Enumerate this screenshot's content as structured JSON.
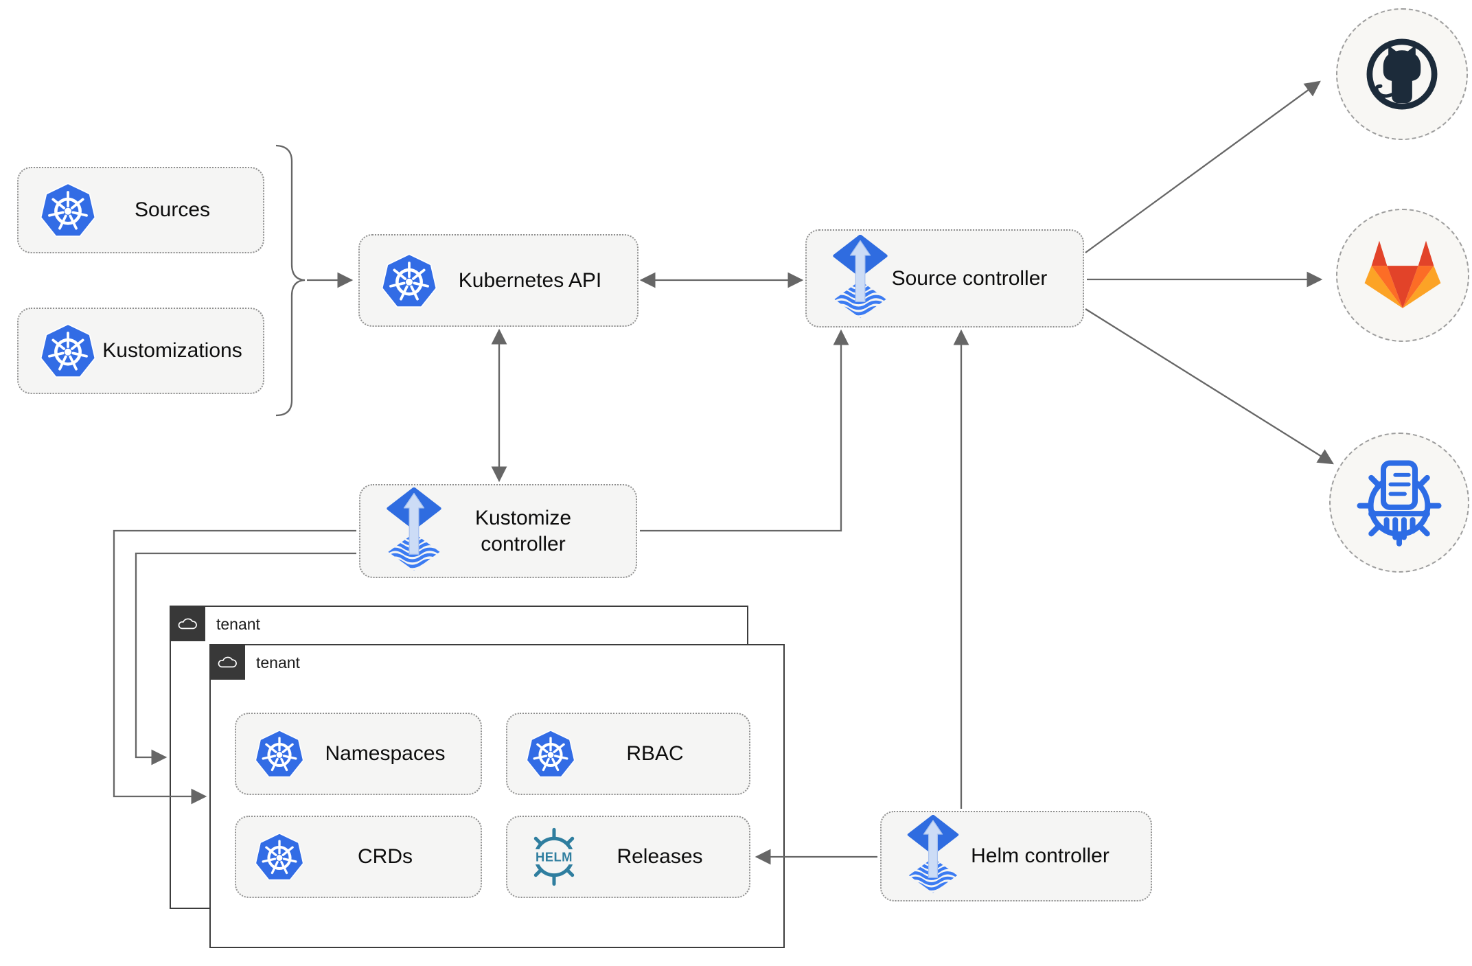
{
  "nodes": {
    "sources": "Sources",
    "kustomizations": "Kustomizations",
    "kubernetes_api": "Kubernetes API",
    "source_controller": "Source controller",
    "kustomize_controller": "Kustomize controller",
    "helm_controller": "Helm controller",
    "tenant_outer": "tenant",
    "tenant_inner": "tenant",
    "namespaces": "Namespaces",
    "rbac": "RBAC",
    "crds": "CRDs",
    "releases": "Releases"
  },
  "icons": {
    "helm_text": "HELM",
    "kubernetes": "kubernetes-wheel",
    "flux": "flux-diamond-arrow",
    "github": "github-octocat-circle",
    "gitlab": "gitlab-tanuki",
    "kustomize": "kustomize-shredder-wheel",
    "cloud": "cloud-outline",
    "helm": "helm-ship-wheel"
  },
  "colors": {
    "kubernetes_blue": "#326ce5",
    "flux_blue": "#2f6ce0",
    "flux_wave_blue": "#3b7bf2",
    "flux_arrow_light": "#ccdcf6",
    "helm_teal": "#2f7e9f",
    "github_dark": "#1c2b3a",
    "gitlab_red": "#e24329",
    "gitlab_orange": "#fc6d26",
    "gitlab_amber": "#fca326",
    "kustomize_blue": "#2d6ce5",
    "arrow_gray": "#666666",
    "node_bg": "#f5f5f4",
    "tenant_tag_bg": "#383838"
  }
}
